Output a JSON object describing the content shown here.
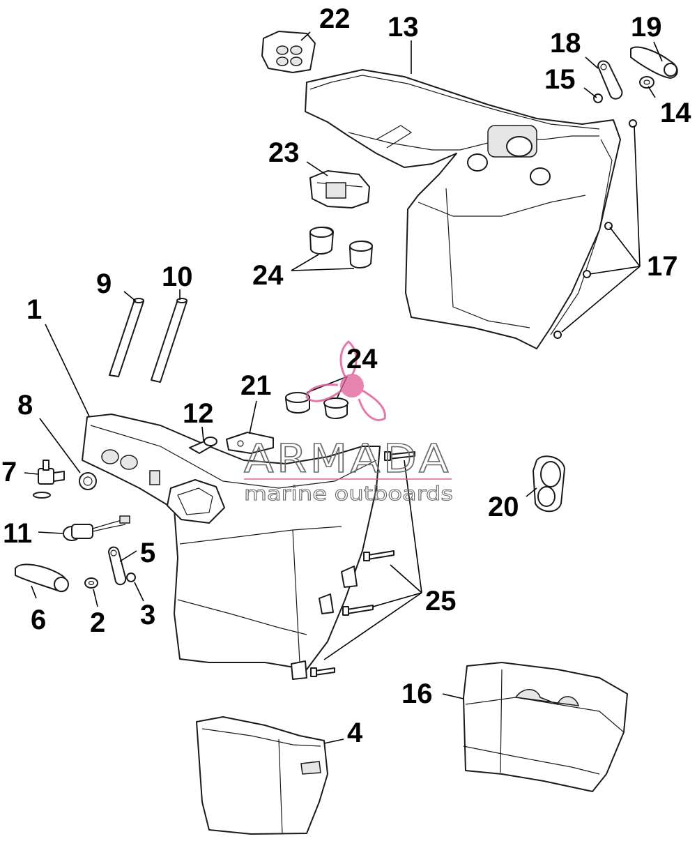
{
  "callouts": {
    "c1": "1",
    "c2": "2",
    "c3": "3",
    "c4": "4",
    "c5": "5",
    "c6": "6",
    "c7": "7",
    "c8": "8",
    "c9": "9",
    "c10": "10",
    "c11": "11",
    "c12": "12",
    "c13": "13",
    "c14": "14",
    "c15": "15",
    "c16": "16",
    "c17": "17",
    "c18": "18",
    "c19": "19",
    "c20": "20",
    "c21": "21",
    "c22": "22",
    "c23": "23",
    "c24a": "24",
    "c24b": "24",
    "c25": "25"
  },
  "watermark": {
    "brand": "ARMADA",
    "tagline": "marine outboards",
    "logo_color": "#e0609a"
  }
}
